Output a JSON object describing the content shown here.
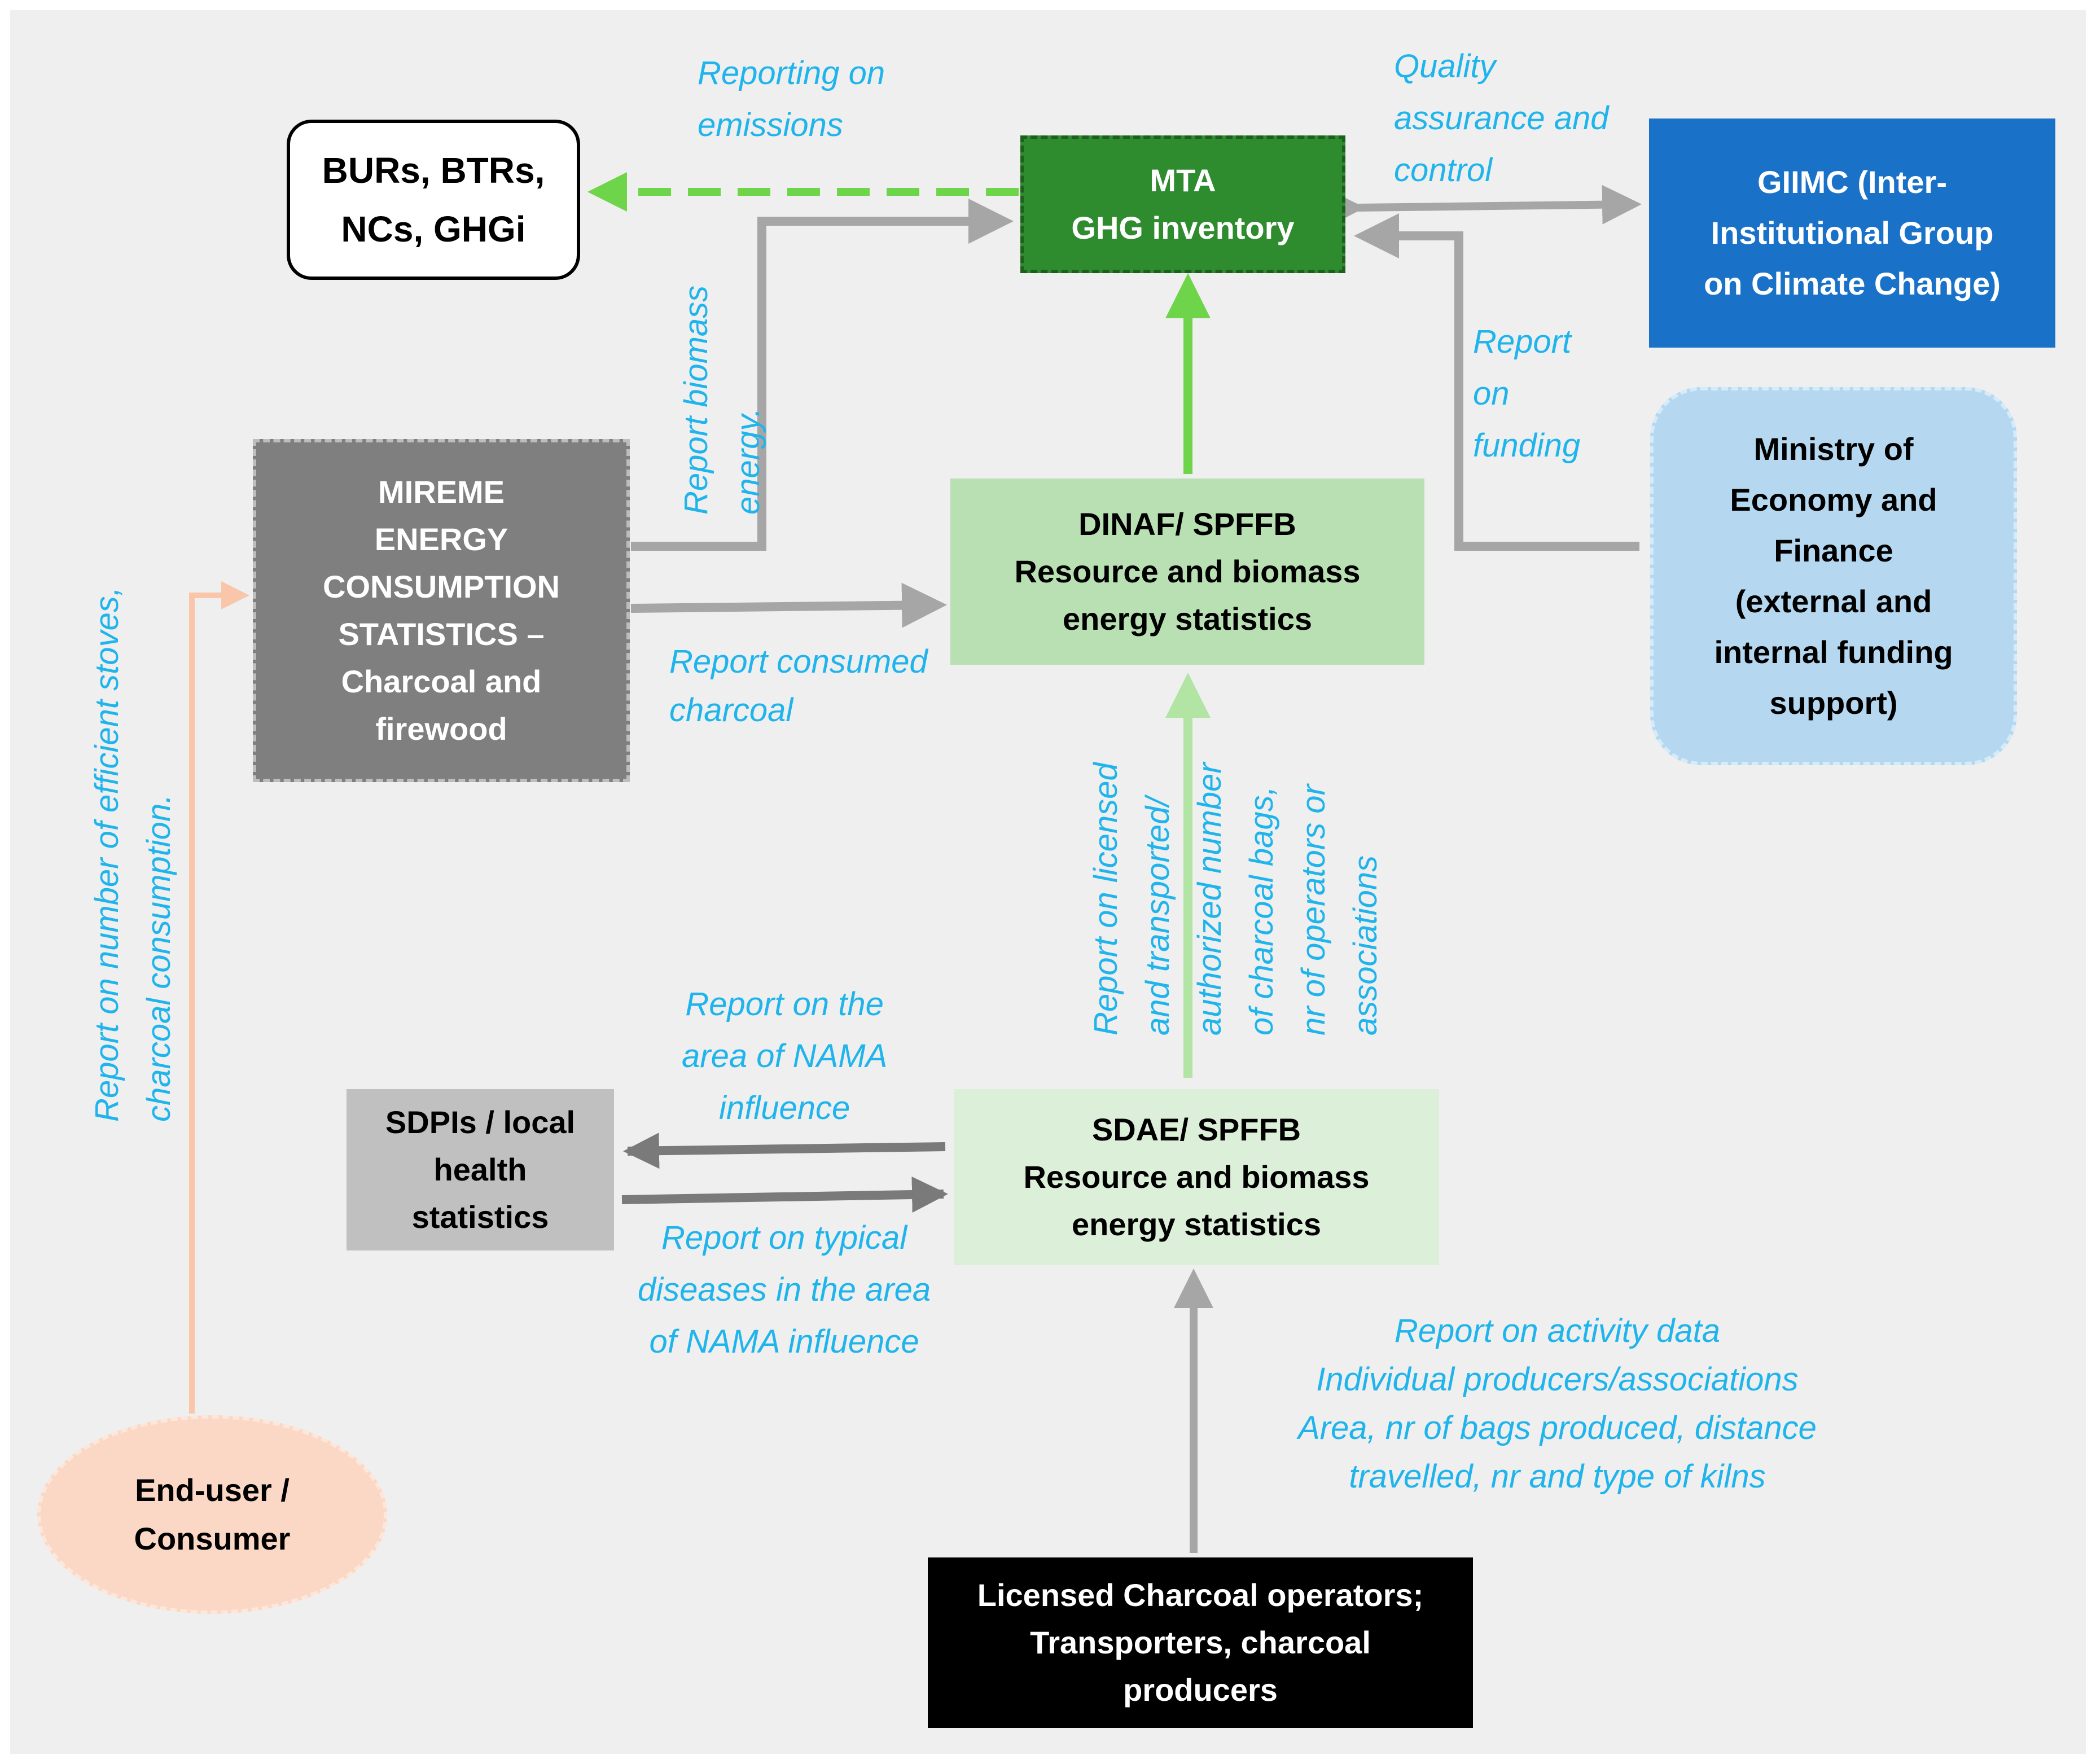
{
  "nodes": {
    "burs": {
      "label": "BURs, BTRs,\nNCs, GHGi"
    },
    "mta": {
      "label": "MTA\nGHG inventory"
    },
    "giimc": {
      "label": "GIIMC (Inter-\nInstitutional Group\non Climate Change)"
    },
    "mireme": {
      "label": "MIREME\nENERGY\nCONSUMPTION\nSTATISTICS –\nCharcoal and\nfirewood"
    },
    "dinaf": {
      "label": "DINAF/ SPFFB\nResource and biomass\nenergy statistics"
    },
    "mef": {
      "label": "Ministry of\nEconomy and\nFinance\n(external and\ninternal funding\nsupport)"
    },
    "sdpis": {
      "label": "SDPIs / local\nhealth\nstatistics"
    },
    "sdae": {
      "label": "SDAE/ SPFFB\nResource and biomass\nenergy statistics"
    },
    "enduser": {
      "label": "End-user /\nConsumer"
    },
    "operators": {
      "label": "Licensed Charcoal operators;\nTransporters, charcoal\nproducers"
    }
  },
  "edge_labels": {
    "reporting_emissions": "Reporting on\nemissions",
    "quality": "Quality\nassurance and\ncontrol",
    "report_biomass": "Report biomass\nenergy.",
    "report_funding": "Report\non\nfunding",
    "report_consumed": "Report consumed\ncharcoal",
    "report_licensed": "Report on licensed\nand transported/\nauthorized number\nof charcoal bags,\nnr of operators or\nassociations",
    "report_area": "Report on the\narea of NAMA\ninfluence",
    "report_diseases": "Report on typical\ndiseases in the area\nof NAMA influence",
    "report_activity": "Report on activity data\nIndividual producers/associations\nArea, nr of bags produced, distance\ntravelled, nr and type of kilns",
    "report_stoves": "Report on number of efficient stoves,\ncharcoal consumption."
  },
  "colors": {
    "background": "#efefef",
    "label_blue": "#1fb4ec",
    "dark_green": "#2e8b2e",
    "light_green": "#b9e0b2",
    "pale_green": "#dcefd8",
    "giimc_blue": "#1a72c8",
    "mef_blue": "#b5d8f0",
    "mireme_gray": "#7f7f7f",
    "sdpis_gray": "#c0c0c0",
    "enduser_peach": "#fbd8c6",
    "arrow_gray": "#a6a6a6",
    "arrow_green": "#6ed44a",
    "arrow_peach": "#f9c6aa"
  }
}
